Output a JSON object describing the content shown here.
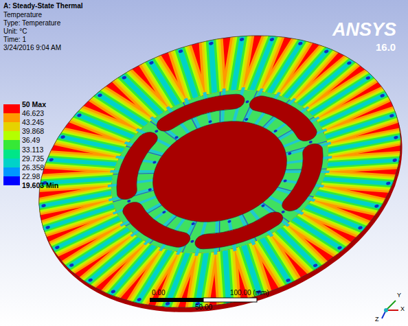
{
  "diagram": {
    "title": "A: Steady-State Thermal",
    "labels": [
      "Temperature",
      "Type: Temperature",
      "Unit: °C",
      "Time: 1",
      "3/24/2016 9:04 AM",
      "ANSYS",
      "16.0",
      "19.603 Min",
      "0.00",
      "100.00 (mm)",
      "50.00",
      "Y",
      "X",
      "Z"
    ],
    "legend": [
      {
        "text": "50 Max",
        "color": "#ff0000"
      },
      {
        "text": "46.623",
        "color": "#ff9a00"
      },
      {
        "text": "43.245",
        "color": "#e6d200"
      },
      {
        "text": "39.868",
        "color": "#b4ff00"
      },
      {
        "text": "36.49",
        "color": "#36e836"
      },
      {
        "text": "33.113",
        "color": "#00e688"
      },
      {
        "text": "29.735",
        "color": "#00d2c8"
      },
      {
        "text": "26.358",
        "color": "#0096ff"
      },
      {
        "text": "22.98",
        "color": "#0000ff"
      }
    ]
  }
}
